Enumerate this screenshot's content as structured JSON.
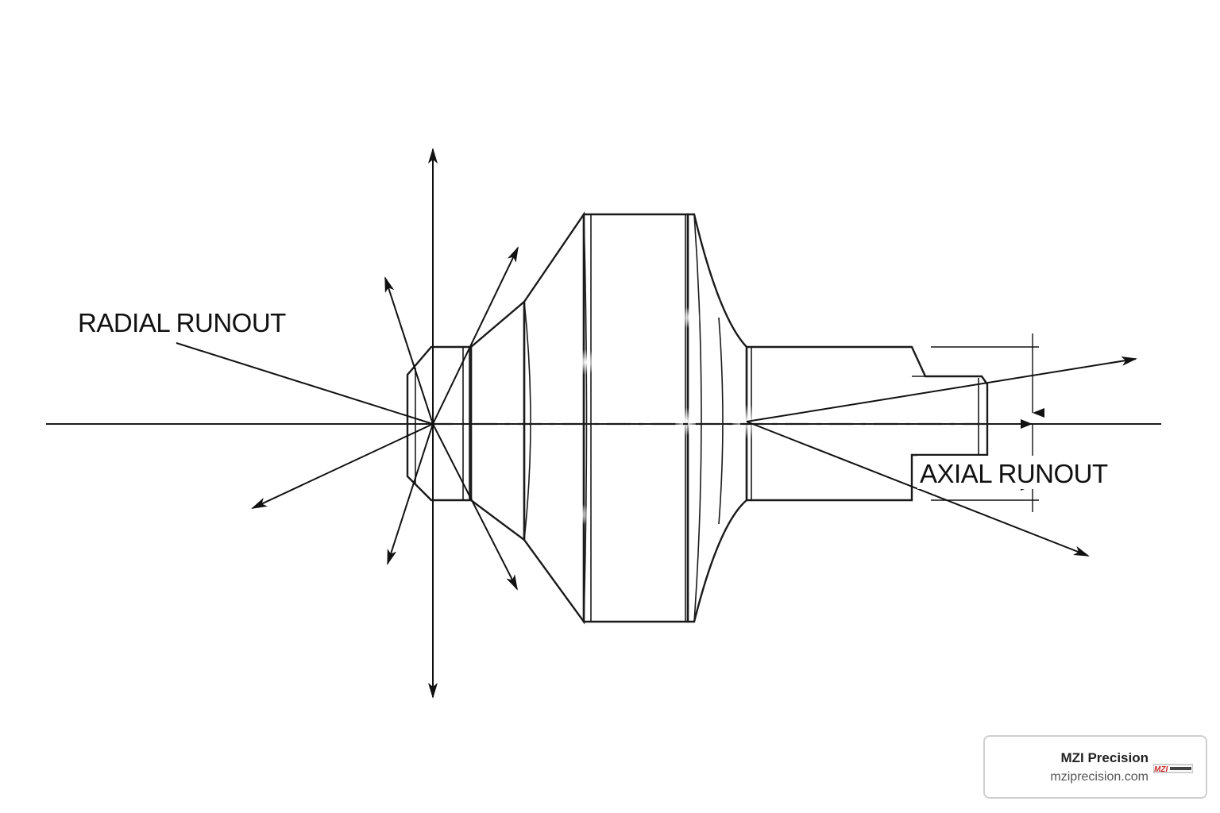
{
  "labels": {
    "radial": "RADIAL RUNOUT",
    "axial": "AXIAL RUNOUT"
  },
  "badge": {
    "name": "MZI Precision",
    "url": "mziprecision.com",
    "logo_text": "MZI"
  },
  "colors": {
    "outline": "#1a1a1a",
    "metal_dark": "#6f6f6f",
    "metal_light": "#f4f4f4",
    "logo_red": "#c62828"
  }
}
